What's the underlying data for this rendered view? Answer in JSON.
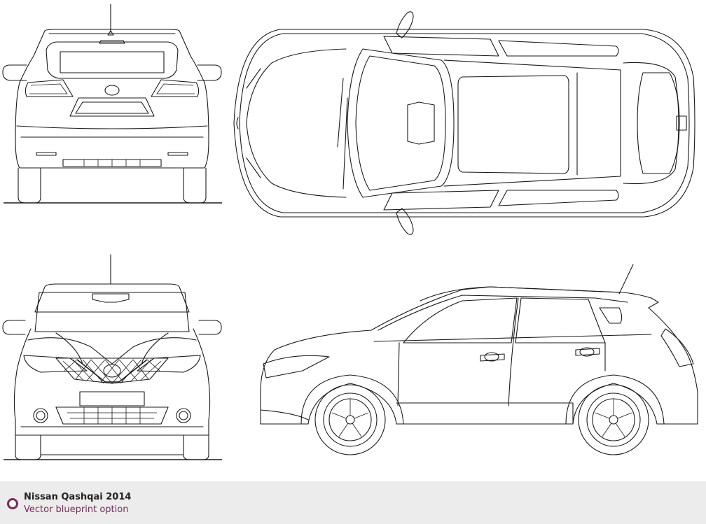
{
  "caption": {
    "title": "Nissan Qashqai 2014",
    "subtitle": "Vector blueprint option",
    "icon": "record-circle-icon",
    "accent_color": "#7a2c5a"
  },
  "views": [
    "rear-view",
    "top-view",
    "front-view",
    "side-view"
  ]
}
